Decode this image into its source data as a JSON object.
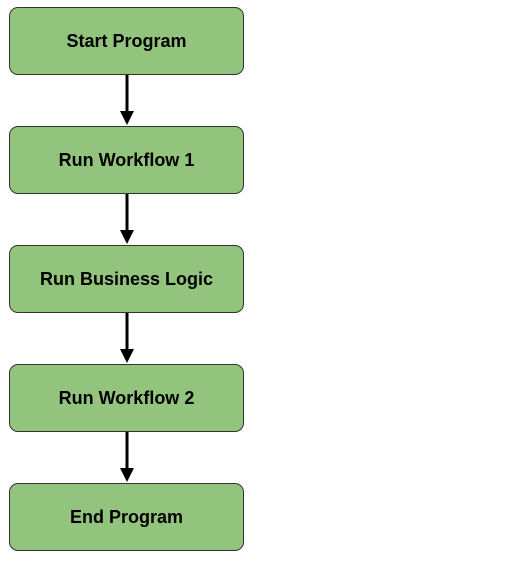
{
  "flowchart": {
    "colors": {
      "node_fill": "#93c47d",
      "node_border": "#333333",
      "arrow": "#000000"
    },
    "nodes": [
      {
        "label": "Start Program"
      },
      {
        "label": "Run Workflow 1"
      },
      {
        "label": "Run Business Logic"
      },
      {
        "label": "Run Workflow 2"
      },
      {
        "label": "End Program"
      }
    ],
    "edges": [
      {
        "from": "Start Program",
        "to": "Run Workflow 1"
      },
      {
        "from": "Run Workflow 1",
        "to": "Run Business Logic"
      },
      {
        "from": "Run Business Logic",
        "to": "Run Workflow 2"
      },
      {
        "from": "Run Workflow 2",
        "to": "End Program"
      }
    ]
  }
}
